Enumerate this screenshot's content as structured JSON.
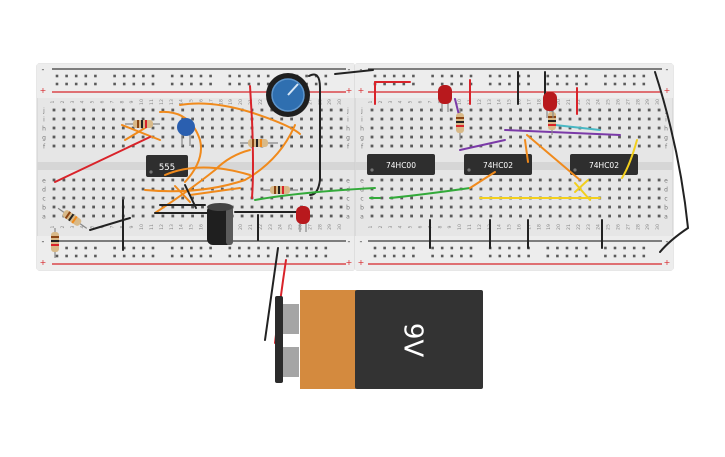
{
  "chips": {
    "timer": "555",
    "nand": "74HC00",
    "nor_a": "74HC02",
    "nor_b": "74HC02"
  },
  "battery": {
    "label": "9V"
  },
  "breadboard": {
    "row_letters_top": [
      "j",
      "i",
      "h",
      "g",
      "f"
    ],
    "row_letters_bottom": [
      "e",
      "d",
      "c",
      "b",
      "a"
    ],
    "rail_signs": [
      "+",
      "-"
    ],
    "column_numbers": [
      "1",
      "2",
      "3",
      "4",
      "5",
      "6",
      "7",
      "8",
      "9",
      "10",
      "11",
      "12",
      "13",
      "14",
      "15",
      "16",
      "17",
      "18",
      "19",
      "20",
      "21",
      "22",
      "23",
      "24",
      "25",
      "26",
      "27",
      "28",
      "29",
      "30"
    ]
  },
  "colors": {
    "board": "#e9e9e9",
    "rail_red": "#d7262b",
    "rail_dark": "#3b3b3b",
    "wire_orange": "#f08a1c",
    "wire_red": "#d9232a",
    "wire_green": "#33aa3a",
    "wire_yellow": "#f2cf1d",
    "wire_purple": "#7b3aa8",
    "wire_black": "#222222",
    "chip": "#2e2e2e",
    "battery_orange": "#d48a3e",
    "battery_body": "#333333",
    "pot_blue": "#2f6fb0",
    "led_red": "#b8191d",
    "capacitor_blue": "#2a5fb0"
  }
}
